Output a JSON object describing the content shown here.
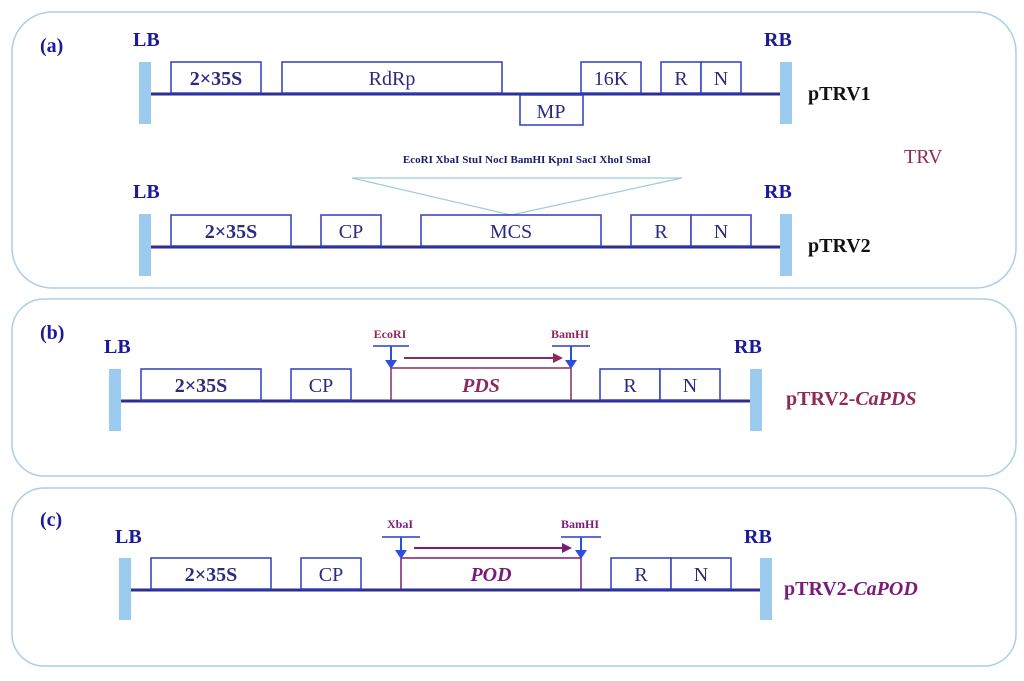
{
  "panel_a": {
    "label": "(a)",
    "trv_label": "TRV",
    "mcs_sites": "EcoRI XbaI StuI NocI BamHI KpnI SacI XhoI SmaI",
    "pTRV1": {
      "left_border": "LB",
      "right_border": "RB",
      "name": "pTRV1",
      "elements": [
        "2×35S",
        "RdRp",
        "MP",
        "16K",
        "R",
        "N"
      ]
    },
    "pTRV2": {
      "left_border": "LB",
      "right_border": "RB",
      "name": "pTRV2",
      "elements": [
        "2×35S",
        "CP",
        "MCS",
        "R",
        "N"
      ]
    }
  },
  "panel_b": {
    "label": "(b)",
    "left_border": "LB",
    "right_border": "RB",
    "name_prefix": "pTRV2-",
    "name_gene": "CaPDS",
    "elements": [
      "2×35S",
      "CP",
      "PDS",
      "R",
      "N"
    ],
    "site_left": "EcoRI",
    "site_right": "BamHI",
    "colors": {
      "gene": "#8e2a5a"
    }
  },
  "panel_c": {
    "label": "(c)",
    "left_border": "LB",
    "right_border": "RB",
    "name_prefix": "pTRV2-",
    "name_gene": "CaPOD",
    "elements": [
      "2×35S",
      "CP",
      "POD",
      "R",
      "N"
    ],
    "site_left": "XbaI",
    "site_right": "BamHI",
    "colors": {
      "gene": "#7a1a7a"
    }
  }
}
